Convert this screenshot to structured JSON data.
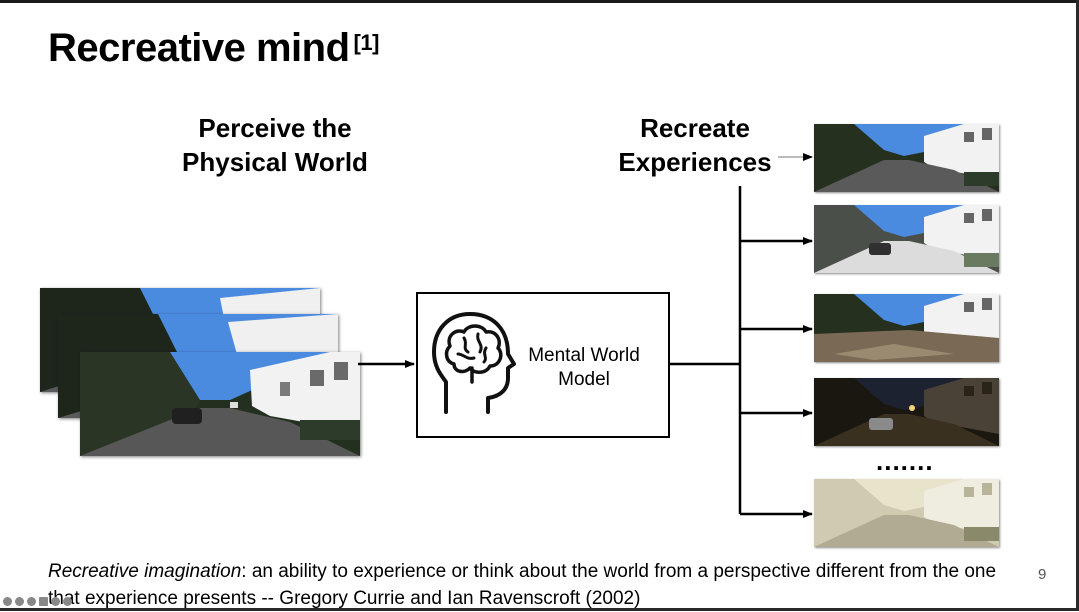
{
  "slide": {
    "title": "Recreative mind",
    "title_ref": "[1]",
    "left_heading_line1": "Perceive the",
    "left_heading_line2": "Physical World",
    "right_heading_line1": "Recreate",
    "right_heading_line2": "Experiences",
    "model_label_line1": "Mental World",
    "model_label_line2": "Model",
    "ellipsis": ".......",
    "caption_italic": "Recreative imagination",
    "caption_rest": ": an ability to experience or think about the world from a perspective different from the one that experience presents -- Gregory Currie and Ian Ravenscroft (2002)",
    "page_number": "9"
  },
  "icons": {
    "head": "head-with-brain-icon",
    "toolbar": [
      "back-icon",
      "pen-icon",
      "zoom-icon",
      "slides-icon",
      "menu-icon",
      "forward-icon"
    ]
  },
  "colors": {
    "sky": "#4a8be0",
    "building": "#f2f2f2",
    "tree": "#2e3a2a",
    "road": "#6b6b6b",
    "flood": "#7a6a55",
    "night": "#2a2418",
    "fog": "#e6e2c8"
  },
  "output_scenes": [
    "street-original",
    "street-snow",
    "street-flooded",
    "street-night",
    "street-foggy"
  ]
}
